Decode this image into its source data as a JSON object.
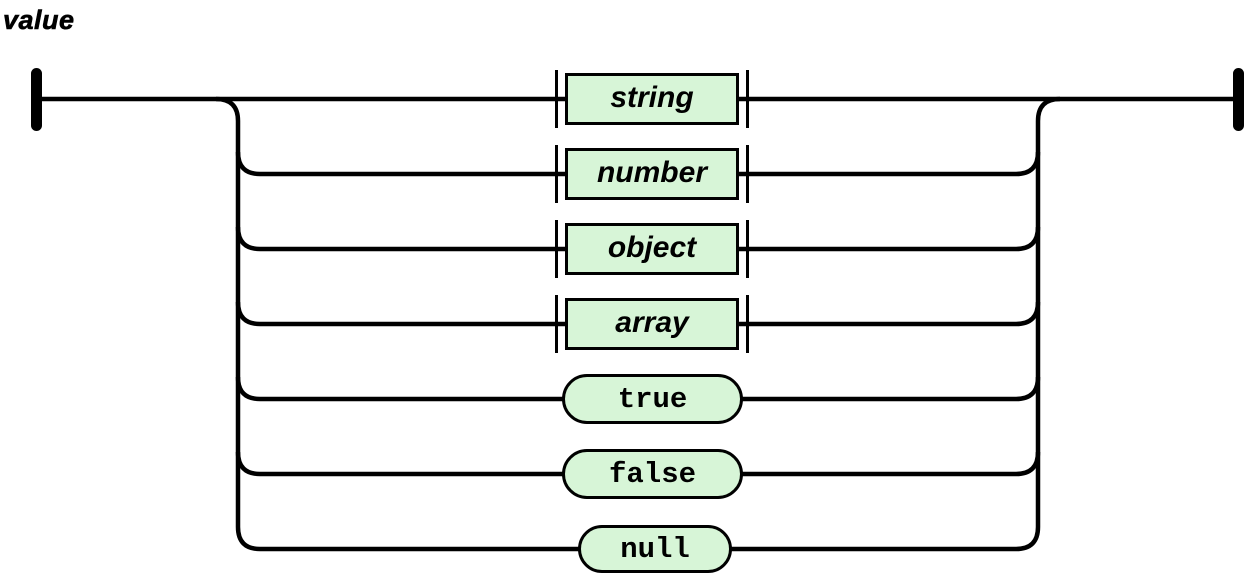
{
  "title": "value",
  "diagram": {
    "colors": {
      "background": "#ffffff",
      "node_fill": "#d7f5d7",
      "node_border": "#000000",
      "line": "#000000",
      "text": "#000000"
    },
    "rows": [
      {
        "label": "string",
        "kind": "nonterminal"
      },
      {
        "label": "number",
        "kind": "nonterminal"
      },
      {
        "label": "object",
        "kind": "nonterminal"
      },
      {
        "label": "array",
        "kind": "nonterminal"
      },
      {
        "label": "true",
        "kind": "terminal"
      },
      {
        "label": "false",
        "kind": "terminal"
      },
      {
        "label": "null",
        "kind": "terminal"
      }
    ]
  }
}
